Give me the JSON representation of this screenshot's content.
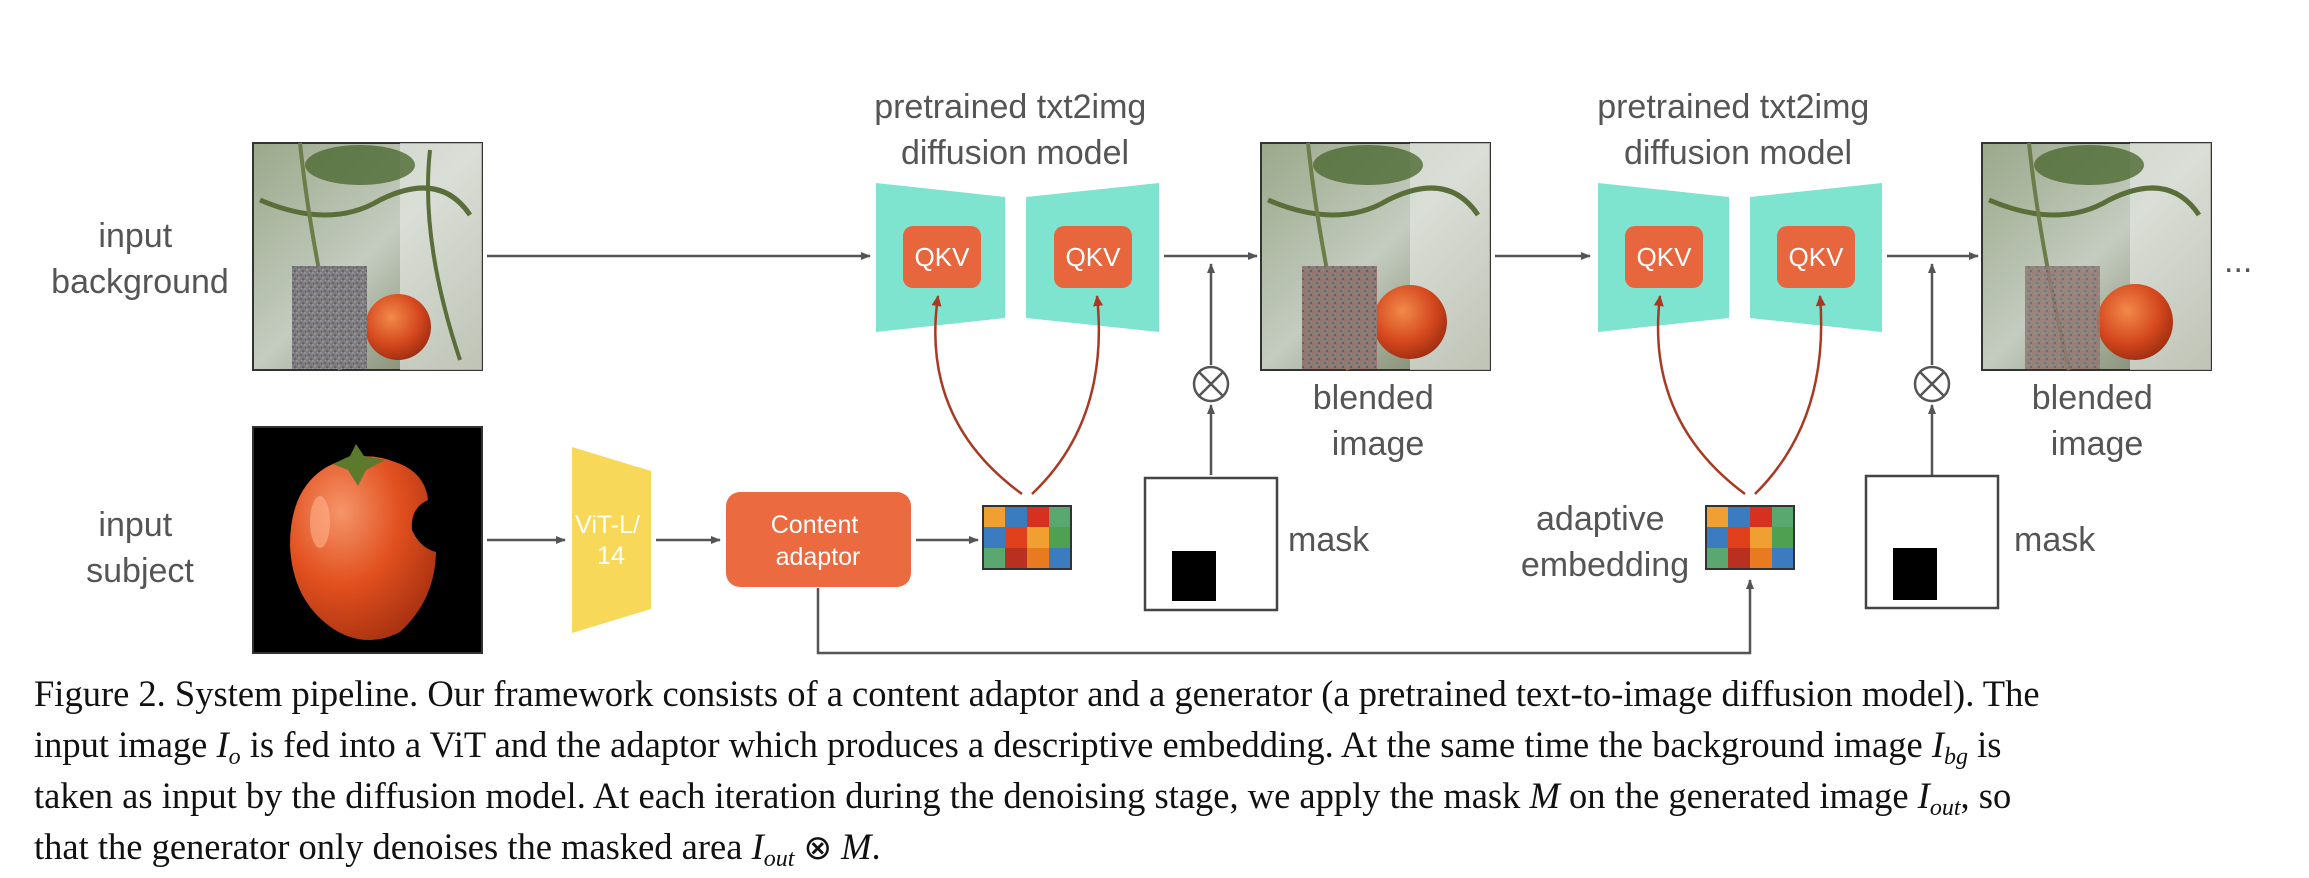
{
  "labels": {
    "input_background": [
      "input",
      "background"
    ],
    "input_subject": [
      "input",
      "subject"
    ],
    "diffusion_model_1": [
      "pretrained txt2img",
      "diffusion model"
    ],
    "diffusion_model_2": [
      "pretrained txt2img",
      "diffusion model"
    ],
    "qkv": "QKV",
    "vit": [
      "ViT-L/",
      "14"
    ],
    "content_adaptor": [
      "Content",
      "adaptor"
    ],
    "blended_image_1": [
      "blended",
      "image"
    ],
    "blended_image_2": [
      "blended",
      "image"
    ],
    "mask_1": "mask",
    "mask_2": "mask",
    "adaptive_embedding": [
      "adaptive",
      "embedding"
    ],
    "continuation": "..."
  },
  "caption": {
    "l1": "Figure 2. System pipeline. Our framework consists of a content adaptor and a generator (a pretrained text-to-image diffusion model). The",
    "l2a": "input image ",
    "l2b": " is fed into a ViT and the adaptor which produces a descriptive embedding. At the same time the background image ",
    "l2c": " is",
    "l3a": "taken as input by the diffusion model. At each iteration during the denoising stage, we apply the mask ",
    "l3b": " on the generated image ",
    "l3c": ", so",
    "l4a": "that the generator only denoises the masked area ",
    "l4b": ".",
    "sym_I": "I",
    "sub_o": "o",
    "sub_bg": "bg",
    "sub_out": "out",
    "sym_M": "M",
    "otimes": "⊗"
  },
  "colors": {
    "unet": "#7ee3cf",
    "qkv": "#e8663d",
    "vit": "#f7d858",
    "adaptor": "#eb6a3f",
    "cross_attention_arrow": "#a83a23",
    "arrow": "#555555",
    "label_text": "#555555",
    "embedding_grid": [
      "#f0a030",
      "#3b7bbf",
      "#d83020",
      "#58a870",
      "#3b7bbf",
      "#e0401c",
      "#f0a030",
      "#4fa050",
      "#58a870",
      "#b83020",
      "#e87a20",
      "#3b7bbf"
    ]
  }
}
